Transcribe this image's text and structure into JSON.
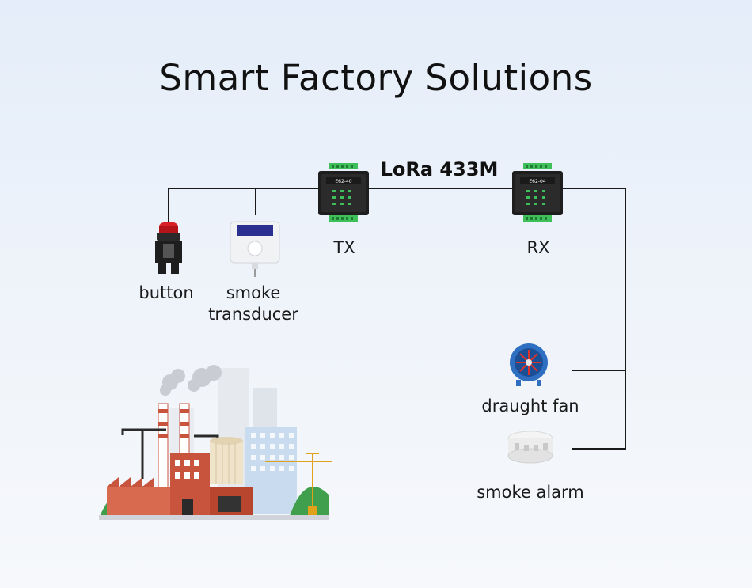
{
  "title": "Smart Factory Solutions",
  "link_label": "LoRa 433M",
  "tx": {
    "label": "TX",
    "model": "E62-40"
  },
  "rx": {
    "label": "RX",
    "model": "E62-04"
  },
  "inputs": [
    {
      "label": "button",
      "icon": "emergency-button-icon"
    },
    {
      "label": "smoke transducer",
      "icon": "smoke-transducer-icon"
    }
  ],
  "outputs": [
    {
      "label": "draught fan",
      "icon": "draught-fan-icon"
    },
    {
      "label": "smoke alarm",
      "icon": "smoke-alarm-icon"
    }
  ],
  "colors": {
    "line": "#1a1a1a",
    "device_body": "#222222",
    "terminal_green": "#3fbf5a",
    "factory_brick": "#c8543e",
    "fan_blue": "#2f6fc2"
  }
}
